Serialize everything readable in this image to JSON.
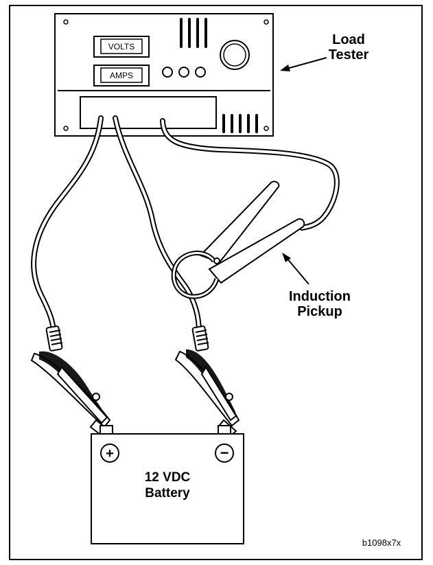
{
  "labels": {
    "load_tester": [
      "Load",
      "Tester"
    ],
    "induction_pickup": [
      "Induction",
      "Pickup"
    ],
    "battery": [
      "12 VDC",
      "Battery"
    ],
    "volts_meter": "VOLTS",
    "amps_meter": "AMPS",
    "figure_id": "b1098x7x"
  },
  "terminals": {
    "positive": "+",
    "negative": "−"
  }
}
